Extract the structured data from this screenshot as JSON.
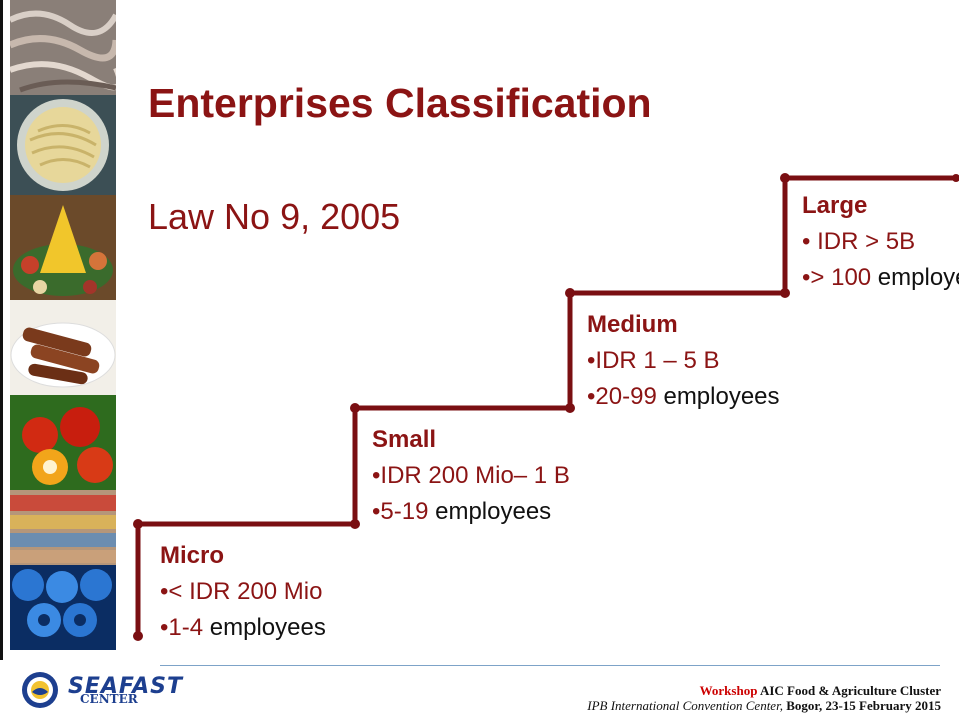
{
  "slide": {
    "title": "Enterprises Classification",
    "subtitle": "Law No 9, 2005",
    "colors": {
      "accent": "#8b1414",
      "stair": "#7a0f12",
      "footer_line": "#7da3c8",
      "logo": "#1d3f8f"
    }
  },
  "photo_strip": [
    {
      "icon": "shrimp-photo"
    },
    {
      "icon": "noodles-photo"
    },
    {
      "icon": "rice-cone-photo"
    },
    {
      "icon": "satay-photo"
    },
    {
      "icon": "palm-fruit-photo"
    },
    {
      "icon": "grocery-shelf-photo"
    },
    {
      "icon": "cans-photo"
    }
  ],
  "levels": [
    {
      "name": "Micro",
      "asset_prefix": "•",
      "asset": "< IDR 200 Mio",
      "emp_prefix": "•",
      "emp_range": "1-4",
      "emp_suffix": " employees"
    },
    {
      "name": "Small",
      "asset_prefix": "•",
      "asset": "IDR 200 Mio– 1 B",
      "emp_prefix": "•",
      "emp_range": "5-19",
      "emp_suffix": " employees"
    },
    {
      "name": "Medium",
      "asset_prefix": "•",
      "asset": "IDR 1 – 5 B",
      "emp_prefix": "•",
      "emp_range": "20-99",
      "emp_suffix": " employees"
    },
    {
      "name": "Large",
      "asset_prefix": "•",
      "asset": " IDR > 5B",
      "emp_prefix": "•",
      "emp_range": "> 100",
      "emp_suffix": " employees"
    }
  ],
  "footer": {
    "logo_text": "SEAFAST",
    "logo_sub": "CENTER",
    "workshop": "Workshop",
    "event": " AIC Food & Agriculture Cluster",
    "venue": "IPB International Convention Center,",
    "location": " Bogor, 23-15 February 2015"
  }
}
